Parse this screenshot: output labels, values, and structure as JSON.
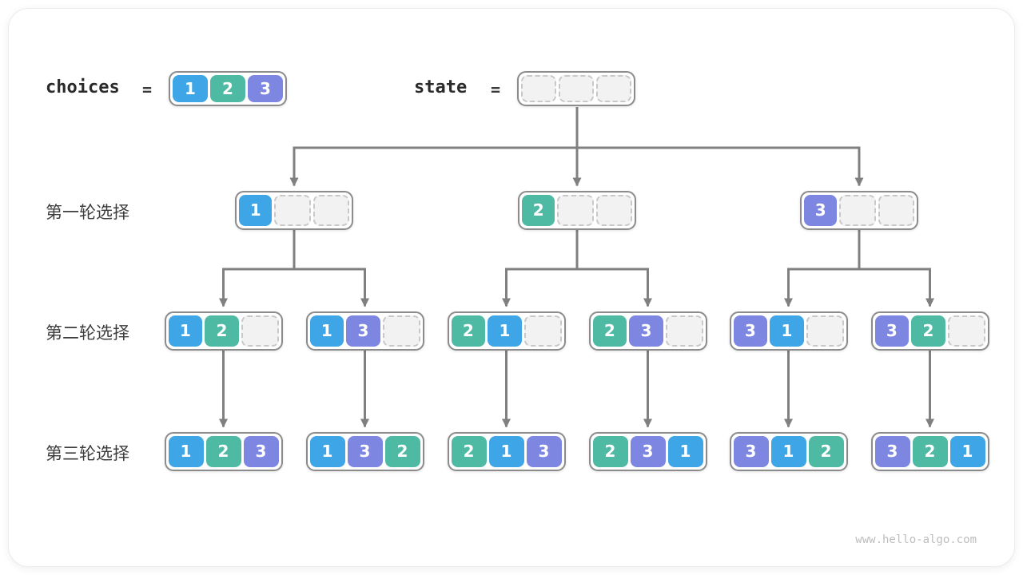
{
  "palette": {
    "1": "#3ea5e6",
    "2": "#4fbaa3",
    "3": "#7d87e2",
    "empty_fill": "#f2f2f2",
    "empty_border": "#c8c8c8",
    "line": "#808080",
    "node_border": "#8c8c8c",
    "code_text": "#2a2a2a",
    "label_text": "#3d3d3d",
    "watermark_text": "#bdbdbd"
  },
  "header": {
    "choices_label": "choices",
    "choices_equals": "=",
    "choices_values": [
      1,
      2,
      3
    ],
    "state_label": "state",
    "state_equals": "=",
    "state_slots": 3
  },
  "rows": [
    {
      "label": "第一轮选择",
      "nodes": [
        [
          1,
          null,
          null
        ],
        [
          2,
          null,
          null
        ],
        [
          3,
          null,
          null
        ]
      ]
    },
    {
      "label": "第二轮选择",
      "nodes": [
        [
          1,
          2,
          null
        ],
        [
          1,
          3,
          null
        ],
        [
          2,
          1,
          null
        ],
        [
          2,
          3,
          null
        ],
        [
          3,
          1,
          null
        ],
        [
          3,
          2,
          null
        ]
      ]
    },
    {
      "label": "第三轮选择",
      "nodes": [
        [
          1,
          2,
          3
        ],
        [
          1,
          3,
          2
        ],
        [
          2,
          1,
          3
        ],
        [
          2,
          3,
          1
        ],
        [
          3,
          1,
          2
        ],
        [
          3,
          2,
          1
        ]
      ]
    }
  ],
  "watermark": "www.hello-algo.com"
}
